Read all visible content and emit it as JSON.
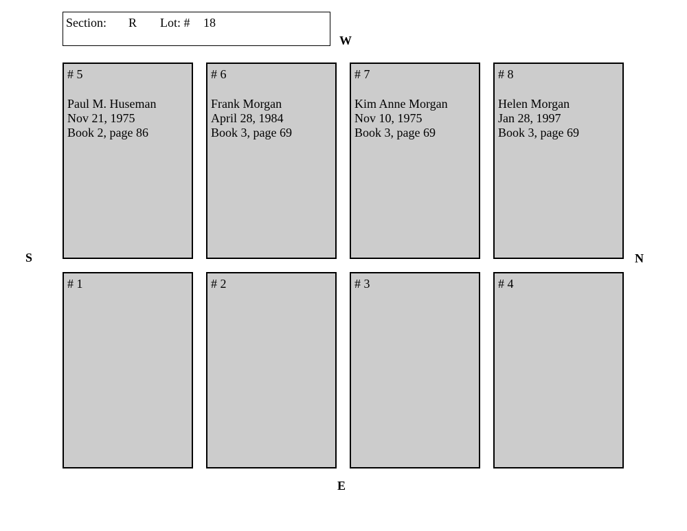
{
  "header": {
    "section_label": "Section:",
    "section_value": "R",
    "lot_label": "Lot: #",
    "lot_value": "18"
  },
  "compass": {
    "west": "W",
    "east": "E",
    "south": "S",
    "north": "N"
  },
  "plots": [
    {
      "number": "# 5",
      "name": "Paul M. Huseman",
      "date": "Nov 21, 1975",
      "record": "Book 2, page 86"
    },
    {
      "number": "# 6",
      "name": "Frank Morgan",
      "date": "April 28, 1984",
      "record": "Book 3, page 69"
    },
    {
      "number": "# 7",
      "name": "Kim Anne Morgan",
      "date": "Nov 10, 1975",
      "record": "Book 3, page 69"
    },
    {
      "number": "# 8",
      "name": "Helen Morgan",
      "date": "Jan 28, 1997",
      "record": "Book 3, page 69"
    },
    {
      "number": "# 1"
    },
    {
      "number": "# 2"
    },
    {
      "number": "# 3"
    },
    {
      "number": "# 4"
    }
  ]
}
